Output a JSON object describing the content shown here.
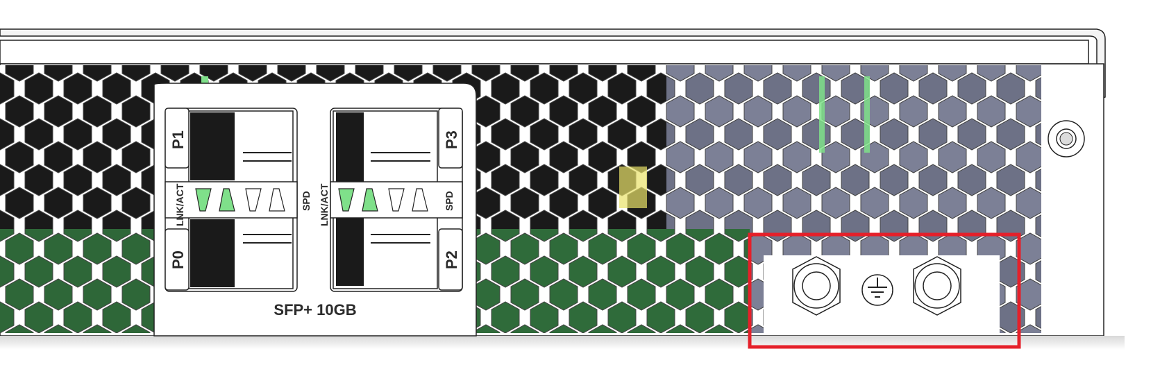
{
  "panel": {
    "sfp_label": "SFP+ 10GB",
    "ports": [
      {
        "name": "P1",
        "position": "top-left"
      },
      {
        "name": "P0",
        "position": "bottom-left"
      },
      {
        "name": "P3",
        "position": "top-right"
      },
      {
        "name": "P2",
        "position": "bottom-right"
      }
    ],
    "led_labels": {
      "link_activity": "LNK/ACT",
      "speed": "SPD"
    },
    "ground_symbol": "ground-icon"
  },
  "highlight": {
    "target": "grounding-studs",
    "color": "#e5202a"
  },
  "colors": {
    "pcb_green": "#2f6b3a",
    "led_green": "#7fe08a",
    "interior_blue": "#8a8ea2"
  }
}
